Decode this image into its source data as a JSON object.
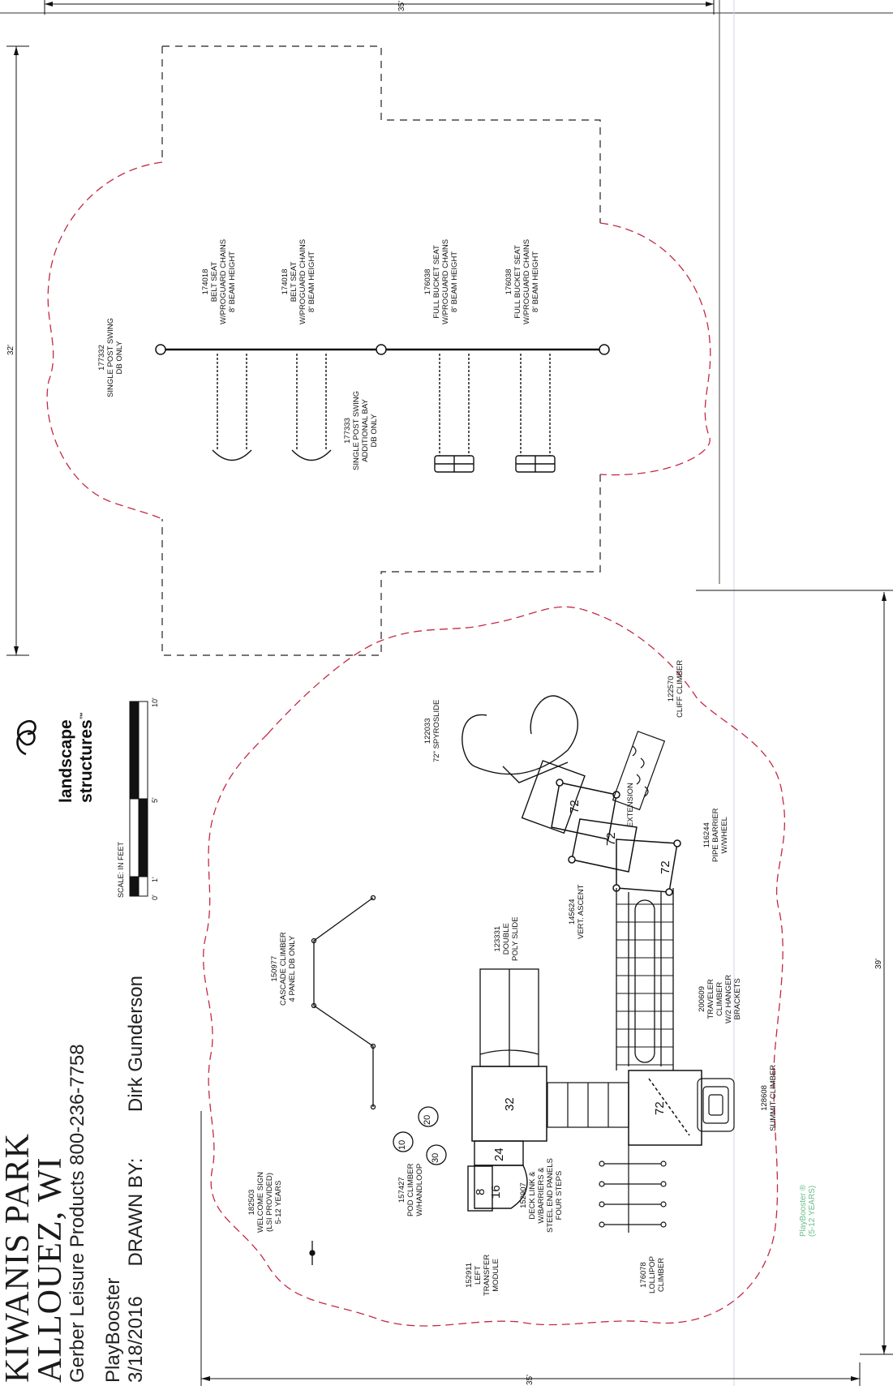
{
  "title": {
    "line1": "KIWANIS PARK",
    "line2": "ALLOUEZ, WI",
    "company": "Gerber Leisure Products 800-236-7758",
    "product": "PlayBooster",
    "date": "3/18/2016",
    "drawn_by_label": "DRAWN BY:",
    "drawn_by_name": "Dirk Gunderson"
  },
  "logo": {
    "line1": "landscape",
    "line2": "structures",
    "mark": "™"
  },
  "scale": {
    "label": "SCALE: IN FEET",
    "ticks": [
      "0'",
      "1'",
      "5'",
      "10'"
    ]
  },
  "dimensions": {
    "top_width": "35'",
    "left_height": "32'",
    "right_height": "39'",
    "bottom_width": "35'"
  },
  "swing_area": {
    "labels": [
      {
        "id": "swing-bay-label",
        "lines": [
          "177332",
          "SINGLE POST SWING",
          "DB ONLY"
        ]
      },
      {
        "id": "additional-bay-label",
        "lines": [
          "177333",
          "SINGLE POST SWING",
          "ADDITIONAL BAY",
          "DB ONLY"
        ]
      },
      {
        "id": "belt-seat-1-label",
        "lines": [
          "174018",
          "BELT SEAT",
          "W/PROGUARD CHAINS",
          "8' BEAM HEIGHT"
        ]
      },
      {
        "id": "belt-seat-2-label",
        "lines": [
          "174018",
          "BELT SEAT",
          "W/PROGUARD CHAINS",
          "8' BEAM HEIGHT"
        ]
      },
      {
        "id": "bucket-seat-1-label",
        "lines": [
          "176038",
          "FULL BUCKET SEAT",
          "W/PROGUARD CHAINS",
          "8' BEAM HEIGHT"
        ]
      },
      {
        "id": "bucket-seat-2-label",
        "lines": [
          "176038",
          "FULL BUCKET SEAT",
          "W/PROGUARD CHAINS",
          "8' BEAM HEIGHT"
        ]
      }
    ]
  },
  "play_area": {
    "labels": [
      {
        "id": "spyroslide-label",
        "lines": [
          "122033",
          "72\" SPYROSLIDE"
        ]
      },
      {
        "id": "cliff-climber-label",
        "lines": [
          "122570",
          "CLIFF CLIMBER"
        ]
      },
      {
        "id": "pipe-barrier-label",
        "lines": [
          "116244",
          "PIPE BARRIER",
          "W/WHEEL"
        ]
      },
      {
        "id": "vert-ascent-label",
        "lines": [
          "145624",
          "VERT. ASCENT"
        ]
      },
      {
        "id": "double-poly-slide-label",
        "lines": [
          "123331",
          "DOUBLE",
          "POLY SLIDE"
        ]
      },
      {
        "id": "cascade-climber-label",
        "lines": [
          "150977",
          "CASCADE CLIMBER",
          "4 PANEL DB ONLY"
        ]
      },
      {
        "id": "traveler-climber-label",
        "lines": [
          "200609",
          "TRAVELER",
          "CLIMBER",
          "W/2 HANGER",
          "BRACKETS"
        ]
      },
      {
        "id": "summit-climber-label",
        "lines": [
          "128608",
          "SUMMIT CLIMBER"
        ]
      },
      {
        "id": "pod-climber-label",
        "lines": [
          "157427",
          "POD CLIMBER",
          "W/HANDLOOP"
        ]
      },
      {
        "id": "welcome-sign-label",
        "lines": [
          "182503",
          "WELCOME SIGN",
          "(LSI PROVIDED)",
          "5-12 YEARS"
        ]
      },
      {
        "id": "deck-link-label",
        "lines": [
          "152907",
          "DECK LINK &",
          "W/BARRIERS &",
          "STEEL END PANELS",
          "FOUR STEPS"
        ]
      },
      {
        "id": "transfer-module-label",
        "lines": [
          "152911",
          "LEFT",
          "TRANSFER",
          "MODULE"
        ]
      },
      {
        "id": "lollipop-climber-label",
        "lines": [
          "176078",
          "LOLLIPOP",
          "CLIMBER"
        ]
      }
    ],
    "deck_heights": {
      "spyroslide_deck": "72",
      "extension_deck": "72",
      "extension_label": "EXTENSION",
      "barrier_deck": "72",
      "main_deck": "32",
      "corner_deck": "72",
      "step_24": "24",
      "step_16": "16",
      "step_8": "8",
      "circle_10": "10",
      "circle_20": "20",
      "circle_30": "30"
    },
    "watermark": {
      "line1": "PlayBooster ®",
      "line2": "(5-12 YEARS)"
    }
  }
}
